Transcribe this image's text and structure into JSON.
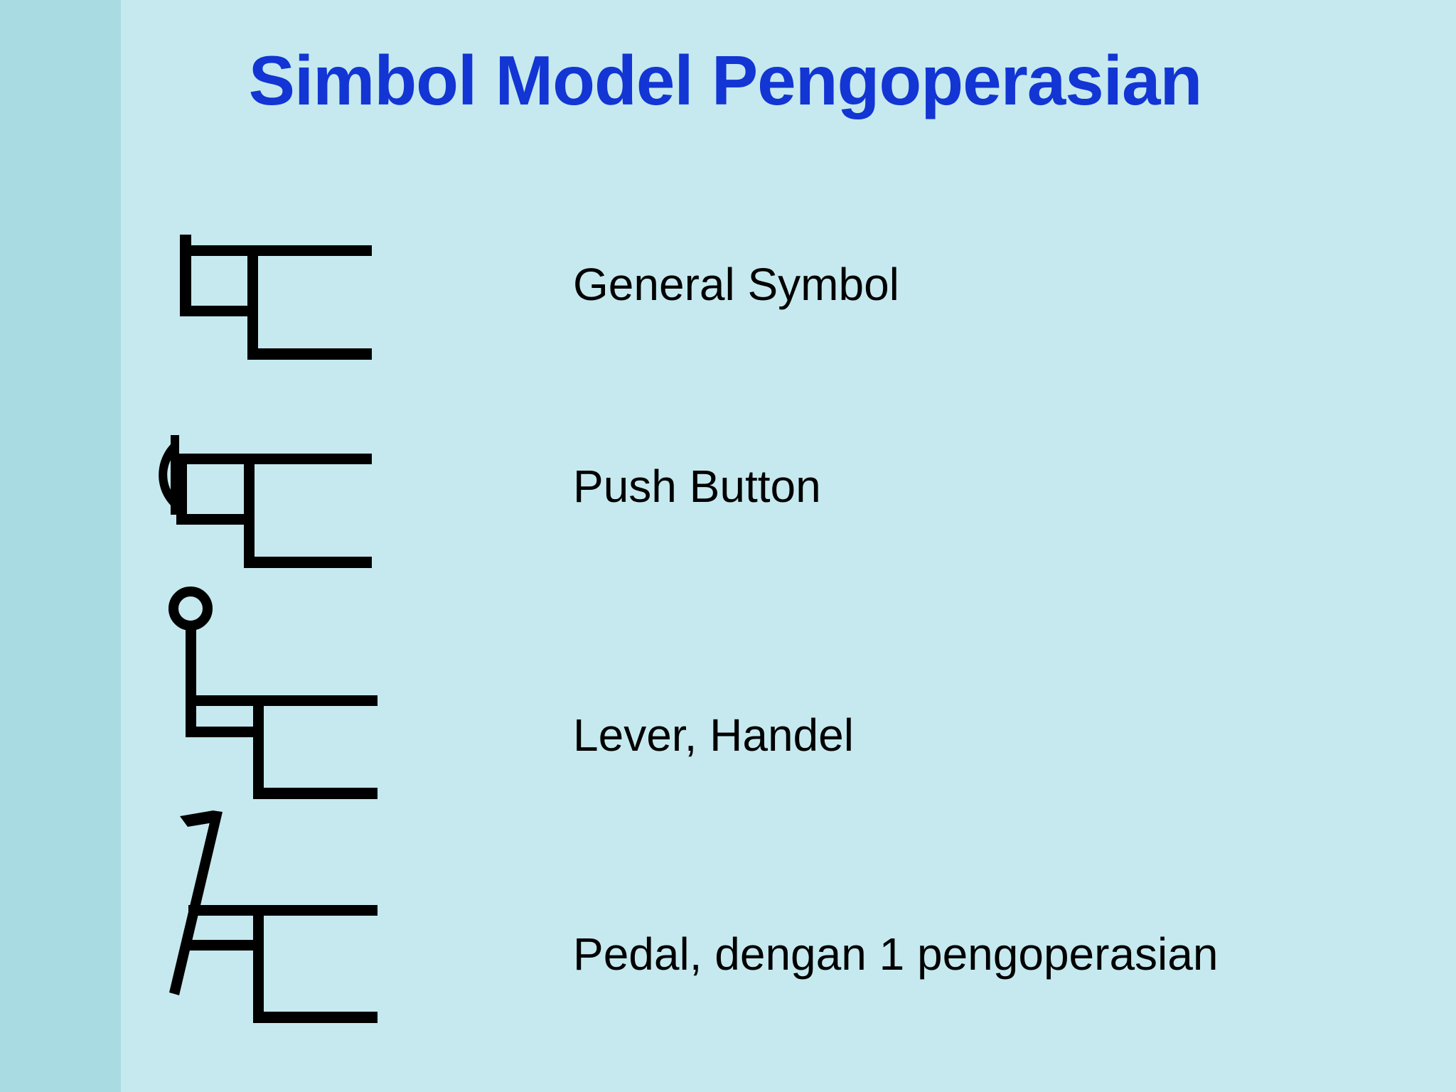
{
  "slide": {
    "title": "Simbol Model Pengoperasian",
    "title_color": "#1235d4",
    "background_color": "#c5e9ef",
    "band_color": "#a9dbe2",
    "line_color": "#000000"
  },
  "rows": [
    {
      "label": "General Symbol",
      "symbol_name": "general-symbol-glyph",
      "actuator": "plain-stem"
    },
    {
      "label": "Push Button",
      "symbol_name": "push-button-glyph",
      "actuator": "lens-arc"
    },
    {
      "label": "Lever, Handel",
      "symbol_name": "lever-handel-glyph",
      "actuator": "circle-on-stem"
    },
    {
      "label": "Pedal, dengan 1 pengoperasian",
      "symbol_name": "pedal-glyph",
      "actuator": "bent-pedal-arm"
    }
  ]
}
